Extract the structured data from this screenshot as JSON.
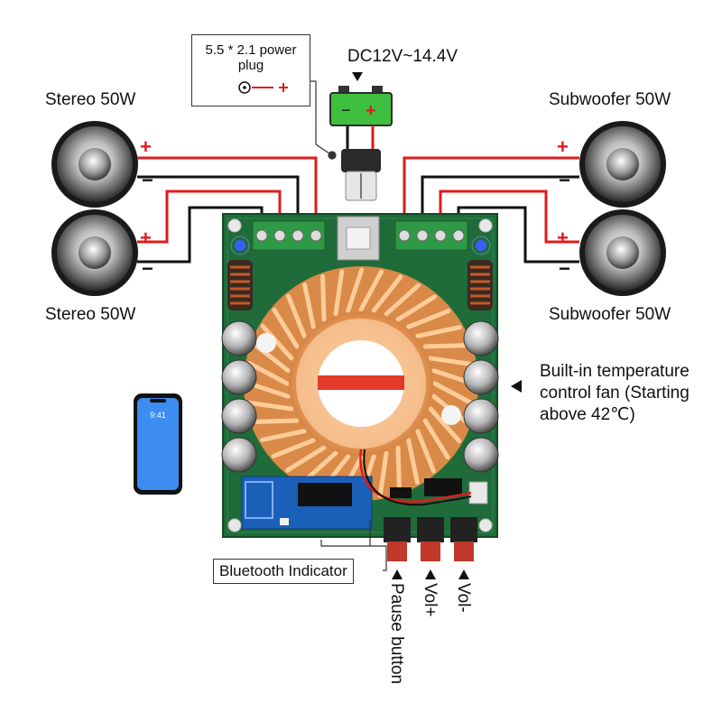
{
  "labels": {
    "stereo_top": "Stereo 50W",
    "stereo_bottom": "Stereo 50W",
    "sub_top": "Subwoofer 50W",
    "sub_bottom": "Subwoofer 50W",
    "plug_text": "5.5 * 2.1 power\nplug",
    "dc_voltage": "DC12V~14.4V",
    "fan_note": [
      "Built-in temperature",
      "control fan (Starting",
      "above 42℃)"
    ],
    "bluetooth_indicator": "Bluetooth Indicator",
    "pause_button": "Pause button",
    "vol_plus": "Vol+",
    "vol_minus": "Vol-",
    "battery_minus": "−",
    "battery_plus": "+",
    "phone_time": "9:41",
    "plus_sign": "+",
    "minus_sign": "−"
  },
  "colors": {
    "pcb": "#1f6b3a",
    "heatsink": "#f0a35e",
    "wire_red": "#e01b1b",
    "wire_black": "#111111",
    "terminal": "#2f9a45",
    "battery": "#3fbf3f",
    "fan_stripe": "#e23b2a",
    "phone": "#3d8cf0"
  },
  "icons": [
    "speaker-icon",
    "battery-icon",
    "dc-jack-icon",
    "phone-icon",
    "fan-icon",
    "capacitor-icon",
    "inductor-icon",
    "arrow-down-icon",
    "arrow-left-icon",
    "arrow-up-icon"
  ]
}
